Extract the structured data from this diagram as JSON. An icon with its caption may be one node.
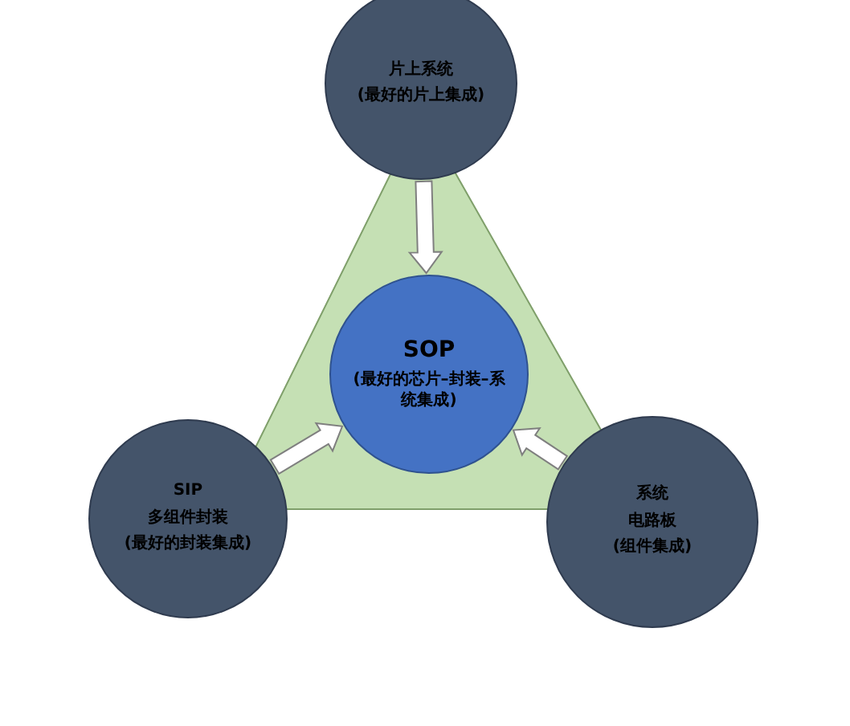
{
  "diagram": {
    "nodes": [
      {
        "text": [
          "片上系统",
          "(最好的片上集成)"
        ]
      },
      {
        "text": [
          "SOP",
          "(最好的芯片–封装–系统集成)"
        ]
      },
      {
        "text": [
          "SIP",
          "多组件封装",
          "(最好的封装集成)"
        ]
      },
      {
        "text": [
          "系统",
          "电路板",
          "(组件集成)"
        ]
      }
    ],
    "edges": [
      {
        "from": 0,
        "to": 1,
        "arrow": "to"
      },
      {
        "from": 2,
        "to": 1,
        "arrow": "to"
      },
      {
        "from": 3,
        "to": 1,
        "arrow": "to"
      }
    ]
  }
}
